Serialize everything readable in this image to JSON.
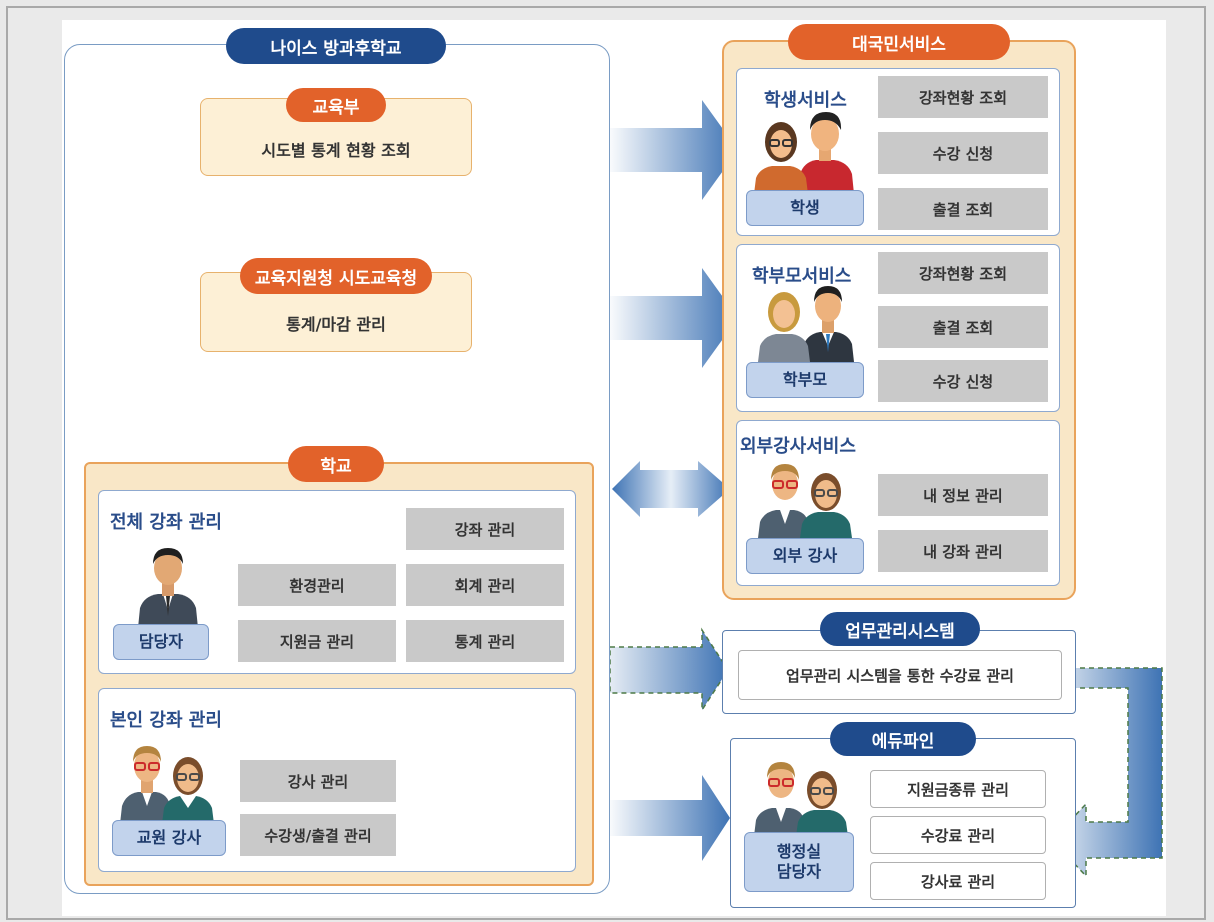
{
  "neis": {
    "title": "나이스 방과후학교",
    "moe": {
      "label": "교육부",
      "task": "시도별 통계 현황 조회"
    },
    "office": {
      "label": "교육지원청 시도교육청",
      "task": "통계/마감 관리"
    },
    "school": {
      "label": "학교",
      "all": {
        "title": "전체 강좌 관리",
        "role": "담당자",
        "items": [
          "강좌 관리",
          "환경관리",
          "회계 관리",
          "지원금 관리",
          "통계 관리"
        ]
      },
      "own": {
        "title": "본인 강좌 관리",
        "role": "교원 강사",
        "items": [
          "강사 관리",
          "수강생/출결 관리"
        ]
      }
    }
  },
  "public": {
    "title": "대국민서비스",
    "student": {
      "title": "학생서비스",
      "role": "학생",
      "items": [
        "강좌현황 조회",
        "수강 신청",
        "출결 조회"
      ]
    },
    "parent": {
      "title": "학부모서비스",
      "role": "학부모",
      "items": [
        "강좌현황 조회",
        "출결 조회",
        "수강 신청"
      ]
    },
    "external": {
      "title": "외부강사서비스",
      "role": "외부 강사",
      "items": [
        "내 정보 관리",
        "내 강좌 관리"
      ]
    }
  },
  "work": {
    "title": "업무관리시스템",
    "task": "업무관리 시스템을 통한 수강료 관리"
  },
  "edufine": {
    "title": "에듀파인",
    "role": "행정실\n담당자",
    "items": [
      "지원금종류 관리",
      "수강료 관리",
      "강사료 관리"
    ]
  },
  "colors": {
    "navy": "#1f4b8c",
    "orange": "#e2622a",
    "arrow": "#3e73b4",
    "cream": "#fdf0d6"
  }
}
